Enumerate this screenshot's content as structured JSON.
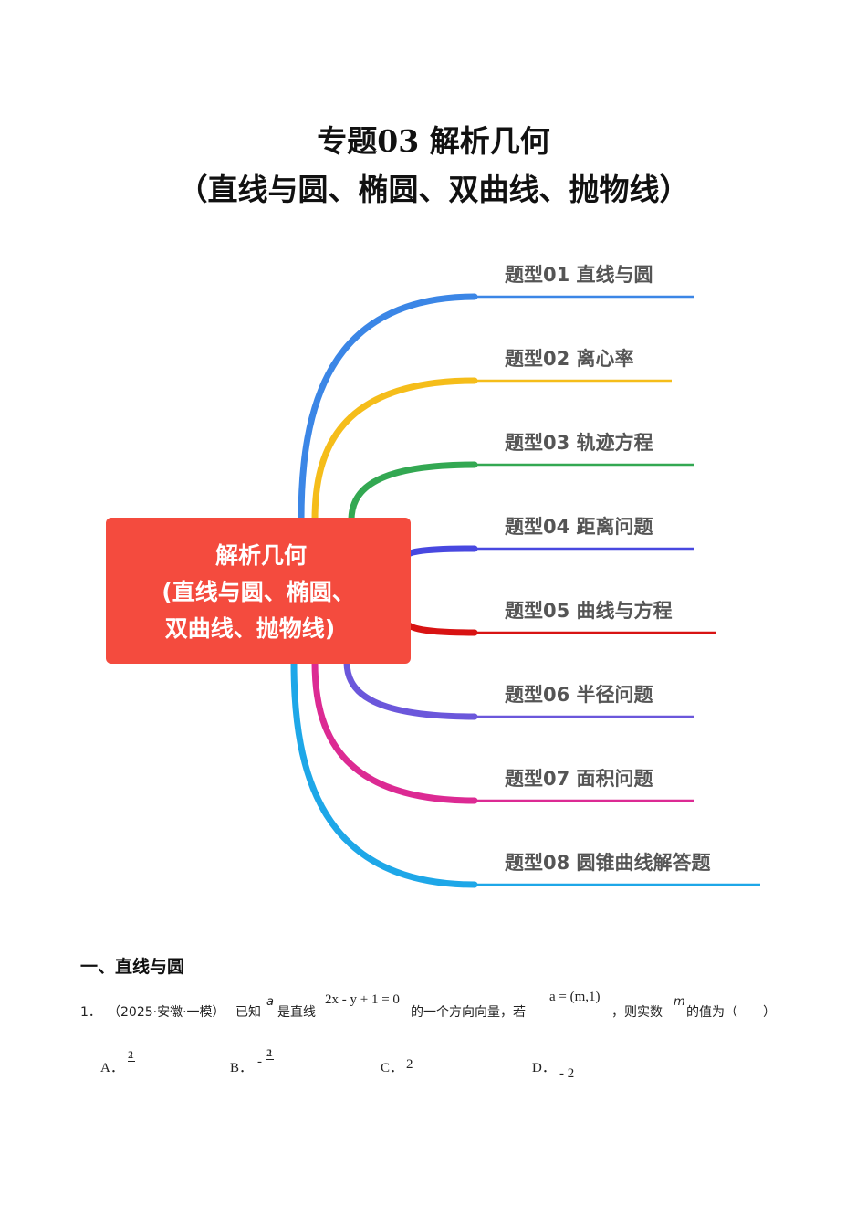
{
  "title": {
    "line1": "专题03 解析几何",
    "line2": "（直线与圆、椭圆、双曲线、抛物线）"
  },
  "mindmap": {
    "center": {
      "line1": "解析几何",
      "line2": "(直线与圆、椭圆、",
      "line3": "双曲线、抛物线)",
      "color": "#f44b3e"
    },
    "branches": [
      {
        "label": "题型01 直线与圆",
        "color": "#3b86e6"
      },
      {
        "label": "题型02 离心率",
        "color": "#f5bd1a"
      },
      {
        "label": "题型03 轨迹方程",
        "color": "#33a852"
      },
      {
        "label": "题型04 距离问题",
        "color": "#4848e0"
      },
      {
        "label": "题型05 曲线与方程",
        "color": "#d81313"
      },
      {
        "label": "题型06 半径问题",
        "color": "#6b57db"
      },
      {
        "label": "题型07 面积问题",
        "color": "#dc2a93"
      },
      {
        "label": "题型08 圆锥曲线解答题",
        "color": "#1ea7e8"
      }
    ]
  },
  "section": {
    "heading": "一、直线与圆"
  },
  "question": {
    "number": "1．",
    "source": "（2025·安徽·一模）",
    "t1": "已知",
    "var_a": "a",
    "t2": "是直线",
    "equation": "2x - y + 1 = 0",
    "t3": "的一个方向向量，若",
    "vector": "a = (m,1)",
    "t4": "，则实数",
    "var_m": "m",
    "t5": "的值为（　　）"
  },
  "options": [
    {
      "label": "A．",
      "sign": "",
      "num": "1",
      "den": "2",
      "plain": ""
    },
    {
      "label": "B．",
      "sign": "-",
      "num": "1",
      "den": "2",
      "plain": ""
    },
    {
      "label": "C．",
      "sign": "",
      "num": "",
      "den": "",
      "plain": "2"
    },
    {
      "label": "D．",
      "sign": "",
      "num": "",
      "den": "",
      "plain": "- 2"
    }
  ]
}
